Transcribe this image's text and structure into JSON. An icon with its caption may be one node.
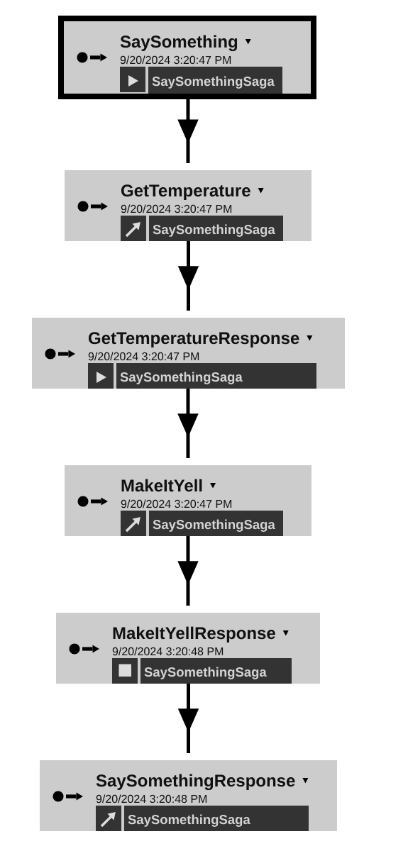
{
  "diagram": {
    "nodes": [
      {
        "text": [
          "SaySomething",
          "9/20/2024 3:20:47 PM"
        ]
      },
      {
        "text": [
          "SaySomethingSaga"
        ],
        "in": 0
      },
      {
        "text": [
          "GetTemperature",
          "9/20/2024 3:20:47 PM"
        ]
      },
      {
        "text": [
          "SaySomethingSaga"
        ],
        "in": 2
      },
      {
        "text": [
          "GetTemperatureResponse",
          "9/20/2024 3:20:47 PM"
        ]
      },
      {
        "text": [
          "SaySomethingSaga"
        ],
        "in": 4
      },
      {
        "text": [
          "MakeItYell",
          "9/20/2024 3:20:47 PM"
        ]
      },
      {
        "text": [
          "SaySomethingSaga"
        ],
        "in": 6
      },
      {
        "text": [
          "MakeItYellResponse",
          "9/20/2024 3:20:48 PM"
        ]
      },
      {
        "text": [
          "SaySomethingSaga"
        ],
        "in": 8
      },
      {
        "text": [
          "SaySomethingResponse",
          "9/20/2024 3:20:48 PM"
        ]
      },
      {
        "text": [
          "SaySomethingSaga"
        ],
        "in": 10
      }
    ],
    "edges": [
      {
        "from": 0,
        "to": 2,
        "arrow": "to"
      },
      {
        "from": 2,
        "to": 4,
        "arrow": "to"
      },
      {
        "from": 4,
        "to": 6,
        "arrow": "to"
      },
      {
        "from": 6,
        "to": 8,
        "arrow": "to"
      },
      {
        "from": 8,
        "to": 10,
        "arrow": "to"
      }
    ]
  }
}
